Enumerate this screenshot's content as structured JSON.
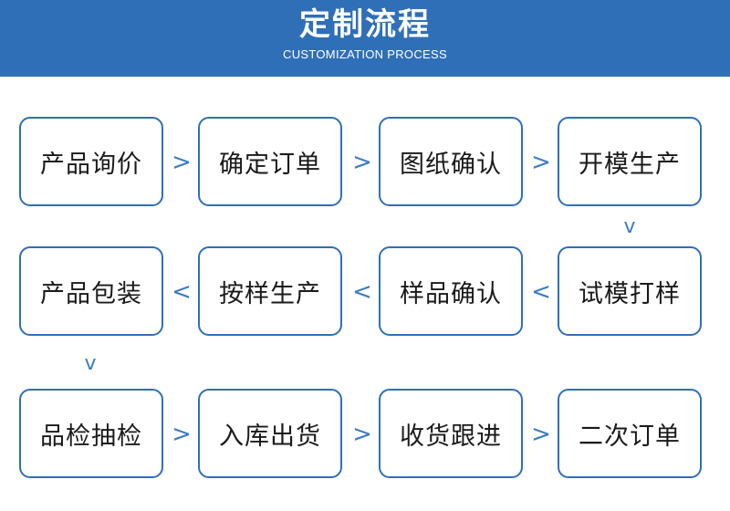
{
  "header": {
    "title": "定制流程",
    "subtitle": "CUSTOMIZATION PROCESS"
  },
  "steps": [
    "产品询价",
    "确定订单",
    "图纸确认",
    "开模生产",
    "试模打样",
    "样品确认",
    "按样生产",
    "产品包装",
    "品检抽检",
    "入库出货",
    "收货跟进",
    "二次订单"
  ],
  "arrows": {
    "right": ">",
    "left": "<",
    "down": "v"
  },
  "colors": {
    "accent": "#2f6fb7",
    "arrow": "#3d7cc5",
    "text": "#1a1a1a"
  }
}
